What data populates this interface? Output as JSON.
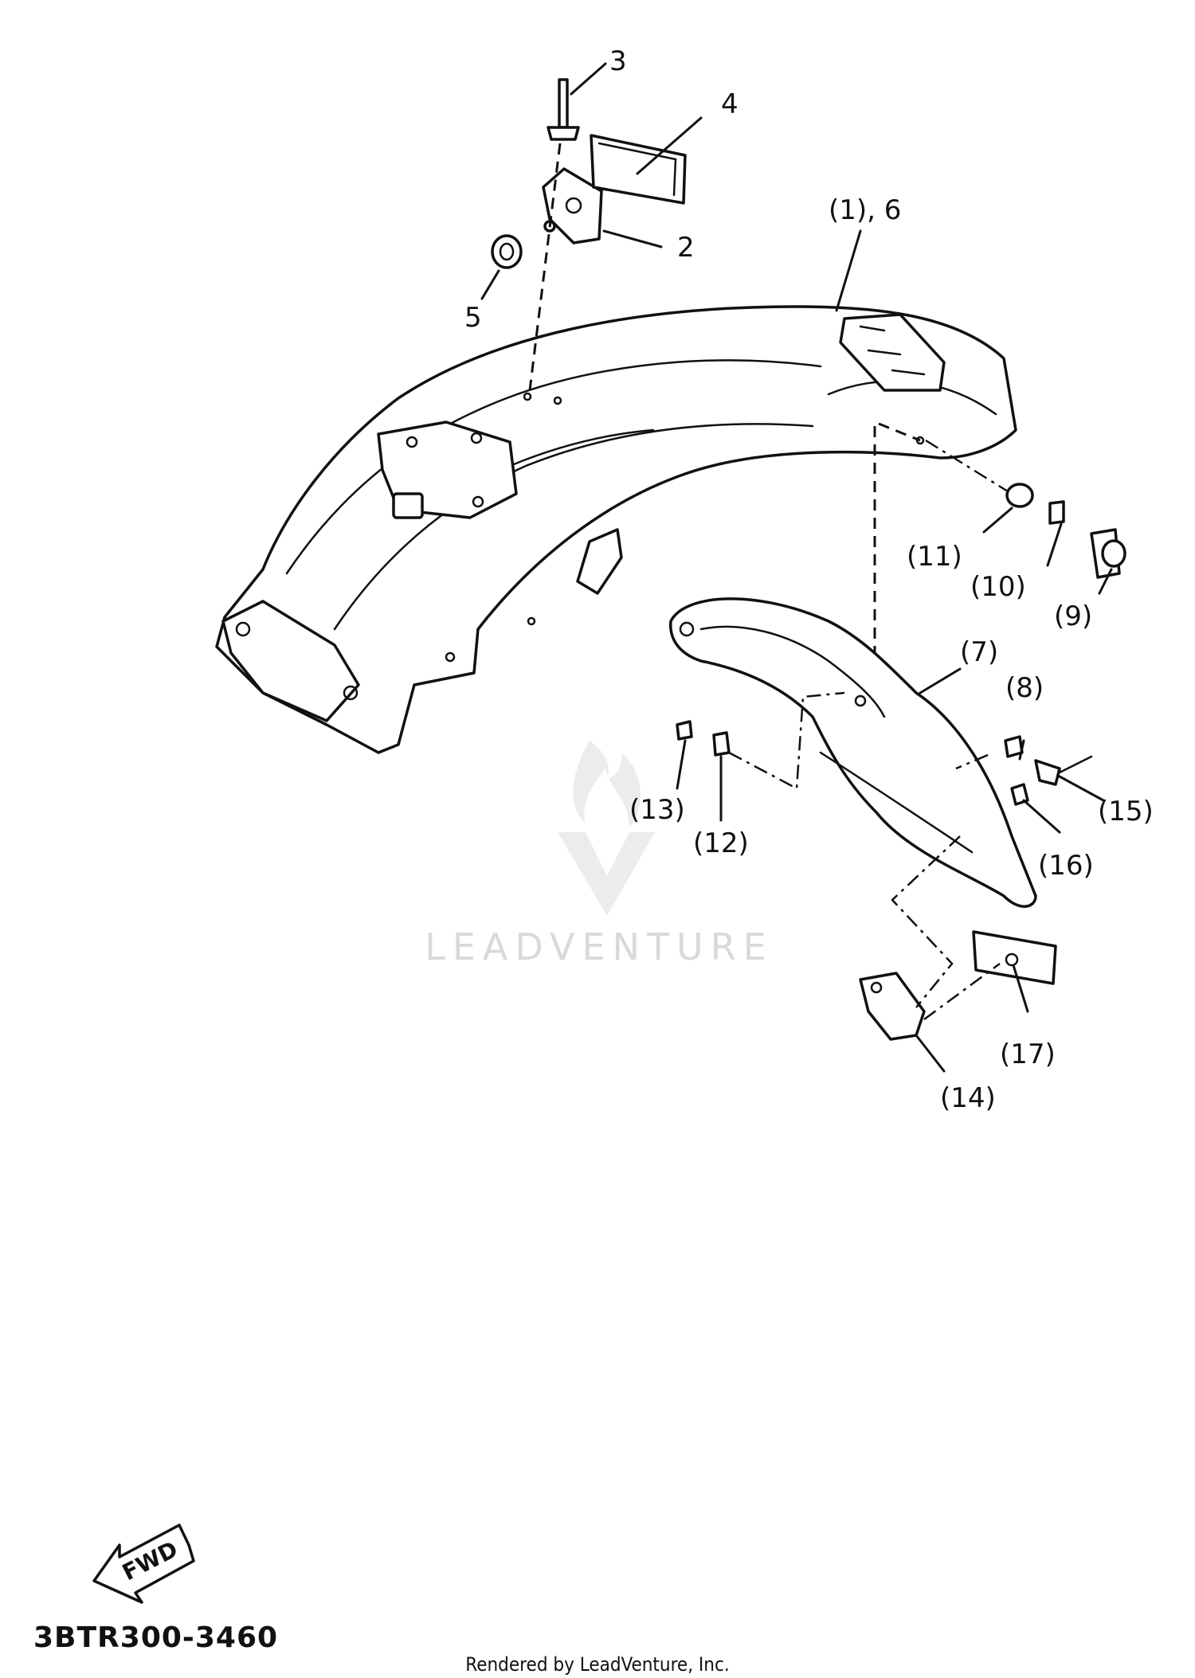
{
  "callouts": {
    "c1_6": "(1), 6",
    "c2": "2",
    "c3": "3",
    "c4": "4",
    "c5": "5",
    "c7": "(7)",
    "c8": "(8)",
    "c9": "(9)",
    "c10": "(10)",
    "c11": "(11)",
    "c12": "(12)",
    "c13": "(13)",
    "c14": "(14)",
    "c15": "(15)",
    "c16": "(16)",
    "c17": "(17)"
  },
  "watermark": {
    "text": "LEADVENTURE"
  },
  "direction": {
    "label": "FWD"
  },
  "footer": {
    "diagram_code": "3BTR300-3460",
    "rendered_by": "Rendered by LeadVenture, Inc."
  },
  "colors": {
    "ink": "#111111",
    "watermark": "#d9d9d9",
    "background": "#ffffff"
  }
}
